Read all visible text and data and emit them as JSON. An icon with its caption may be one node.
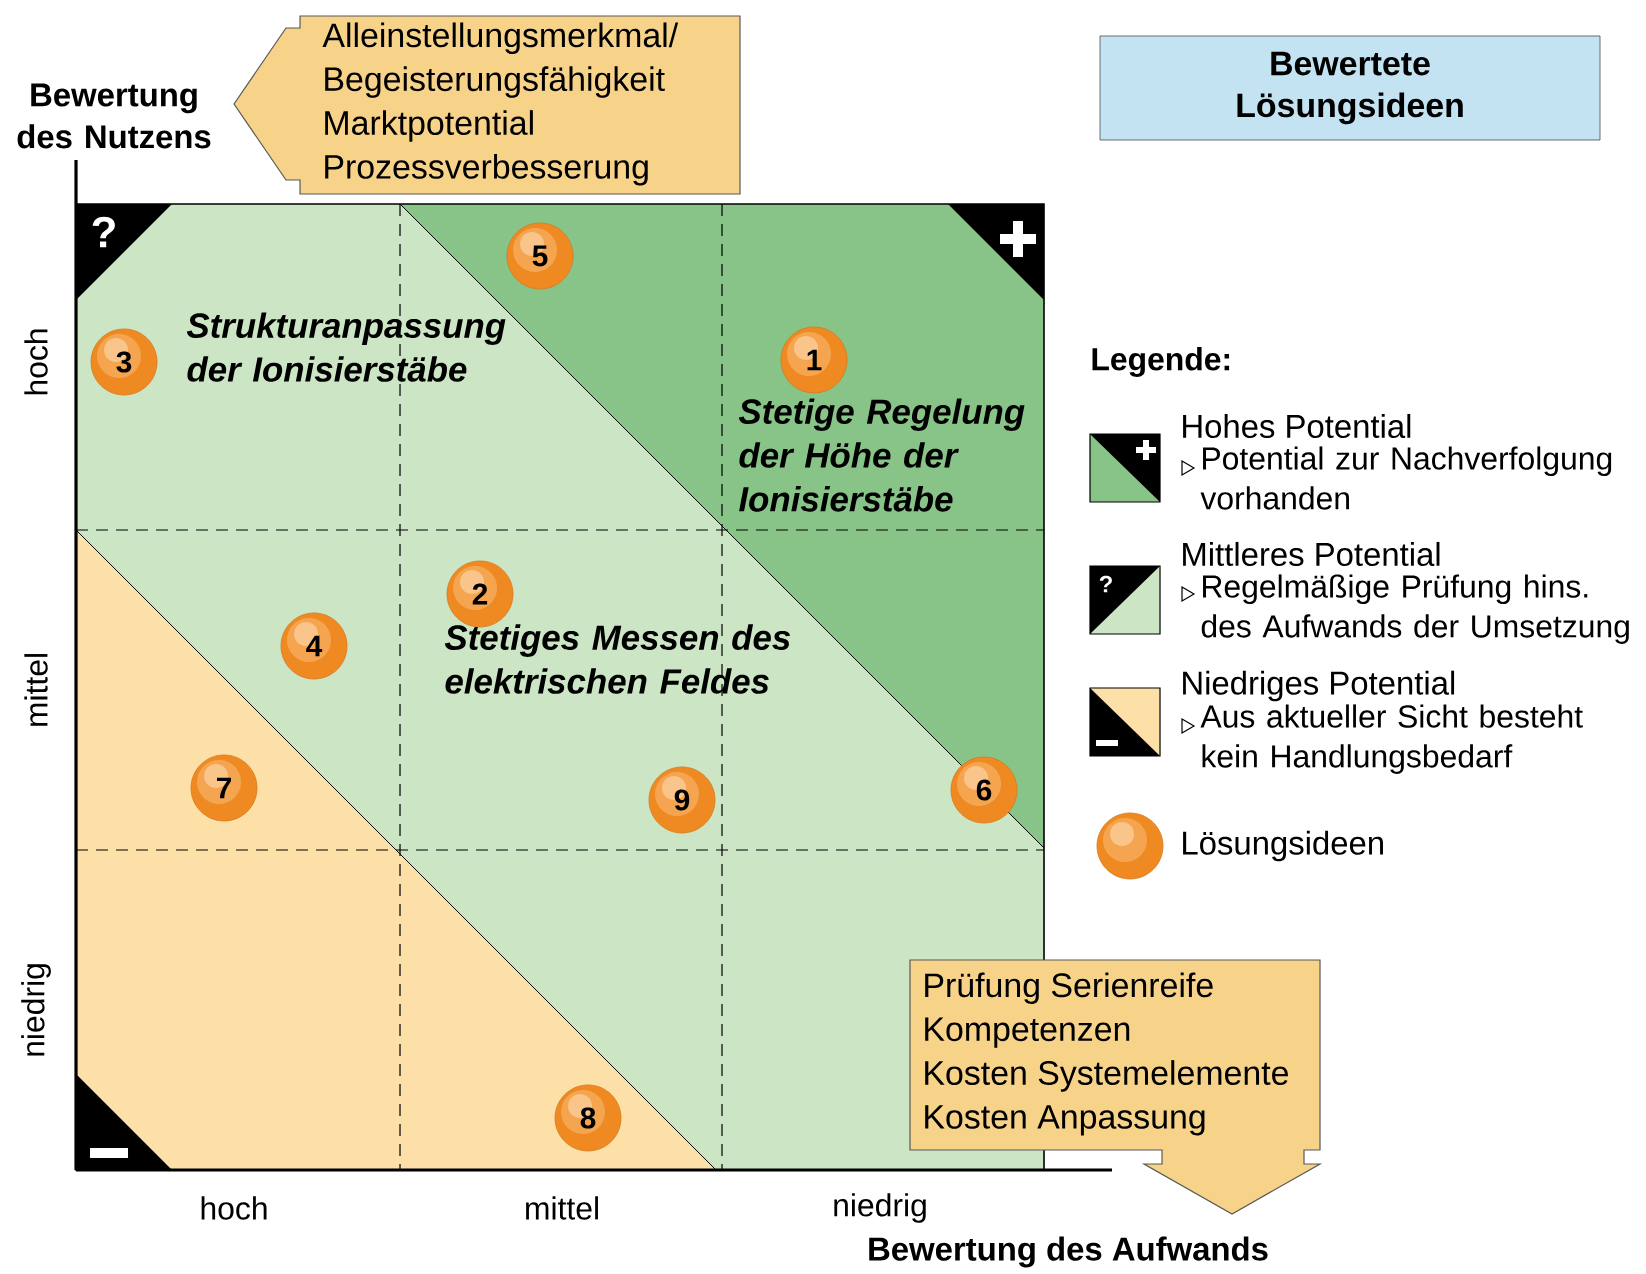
{
  "diagram": {
    "nodes": [
      {
        "text": [
          "Alleinstellungsmerkmal/",
          "Begeisterungsfähigkeit",
          "Marktpotential",
          "Prozessverbesserung"
        ]
      },
      {
        "text": [
          "Bewertete Lösungsideen"
        ]
      },
      {
        "text": [
          "1"
        ]
      },
      {
        "text": [
          "2"
        ]
      },
      {
        "text": [
          "3"
        ]
      },
      {
        "text": [
          "4"
        ]
      },
      {
        "text": [
          "5"
        ]
      },
      {
        "text": [
          "6"
        ]
      },
      {
        "text": [
          "7"
        ]
      },
      {
        "text": [
          "8"
        ]
      },
      {
        "text": [
          "9"
        ]
      },
      {
        "text": [
          "Prüfung Serienreife",
          "Kompetenzen",
          "Kosten Systemelemente",
          "Kosten Anpassung"
        ]
      }
    ],
    "labels": [
      "Bewertung des Nutzens",
      "Bewertung des Aufwands",
      "hoch",
      "mittel",
      "niedrig",
      "hoch",
      "mittel",
      "niedrig",
      "Strukturanpassung der Ionisierstäbe",
      "Stetige Regelung der Höhe der Ionisierstäbe",
      "Stetiges Messen des elektrischen Feldes",
      "?",
      "Legende:",
      "?",
      "Potential zur Nachverfolgung vorhanden",
      "Regelmäßige Prüfung hins. des Aufwands der Umsetzung",
      "Aus aktueller Sicht besteht kein Handlungsbedarf"
    ],
    "legend": [
      {
        "text": "Hohes Potential",
        "color": "#88c487"
      },
      {
        "text": "Mittleres Potential",
        "color": "#cbe5c5"
      },
      {
        "text": "Niedriges Potential",
        "color": "#fde0a8"
      },
      {
        "text": "Lösungsideen"
      }
    ]
  }
}
